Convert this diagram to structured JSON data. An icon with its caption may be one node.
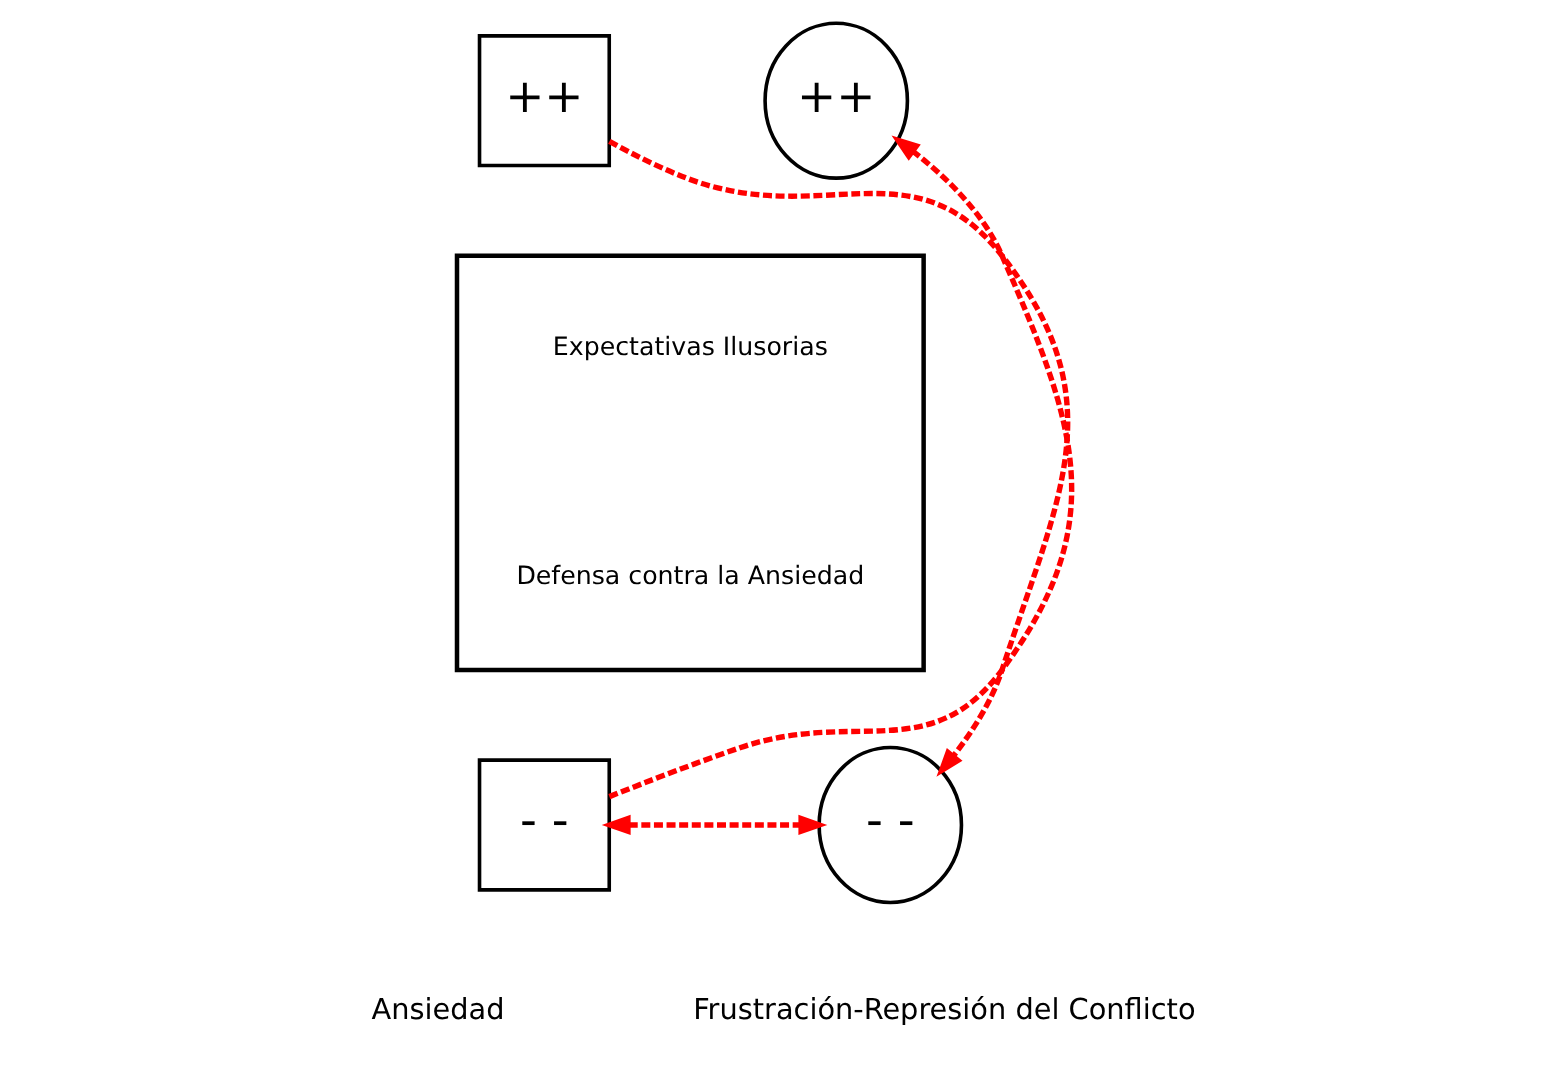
{
  "diagram": {
    "nodes": [
      {
        "text": [
          "++"
        ]
      },
      {
        "text": [
          "++"
        ]
      },
      {
        "text": [
          "Expectativas Ilusorias",
          "Defensa contra la Ansiedad"
        ]
      },
      {
        "text": [
          "- -"
        ],
        "beside": [
          "Ansiedad"
        ]
      },
      {
        "text": [
          "- -"
        ],
        "beside": [
          "Frustración-Represión del Conflicto"
        ]
      }
    ],
    "edges": [
      {
        "from": 0,
        "to": 4,
        "arrow": "to",
        "style": "dashed",
        "color": "#ff0000"
      },
      {
        "from": 3,
        "to": 1,
        "arrow": "to",
        "style": "dashed",
        "color": "#ff0000"
      },
      {
        "from": 3,
        "to": 4,
        "arrow": "both",
        "style": "dashed",
        "color": "#ff0000"
      }
    ]
  }
}
